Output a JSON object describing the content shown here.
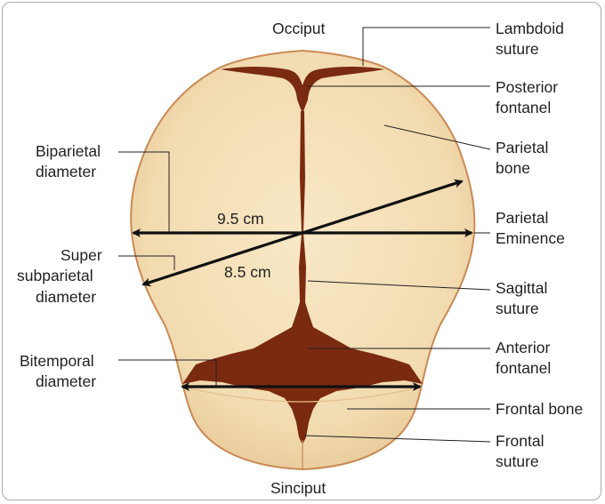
{
  "labels": {
    "occiput": "Occiput",
    "sinciput": "Sinciput",
    "lambdoid_1": "Lambdoid",
    "lambdoid_2": "suture",
    "posterior_1": "Posterior",
    "posterior_2": "fontanel",
    "parietal_bone_1": "Parietal",
    "parietal_bone_2": "bone",
    "parietal_eminence_1": "Parietal",
    "parietal_eminence_2": "Eminence",
    "sagittal_1": "Sagittal",
    "sagittal_2": "suture",
    "anterior_1": "Anterior",
    "anterior_2": "fontanel",
    "frontal_bone": "Frontal bone",
    "frontal_suture_1": "Frontal",
    "frontal_suture_2": "suture",
    "biparietal_1": "Biparietal",
    "biparietal_2": "diameter",
    "super_1": "Super",
    "super_2": "subparietal",
    "super_3": "diameter",
    "bitemporal_1": "Bitemporal",
    "bitemporal_2": "diameter"
  },
  "measurements": {
    "biparietal": "9.5 cm",
    "super_subparietal": "8.5 cm"
  },
  "colors": {
    "bone": "#f3ddb4",
    "bone_outline": "#c98a55",
    "fontanel": "#7a2a10",
    "line": "#231f20"
  }
}
